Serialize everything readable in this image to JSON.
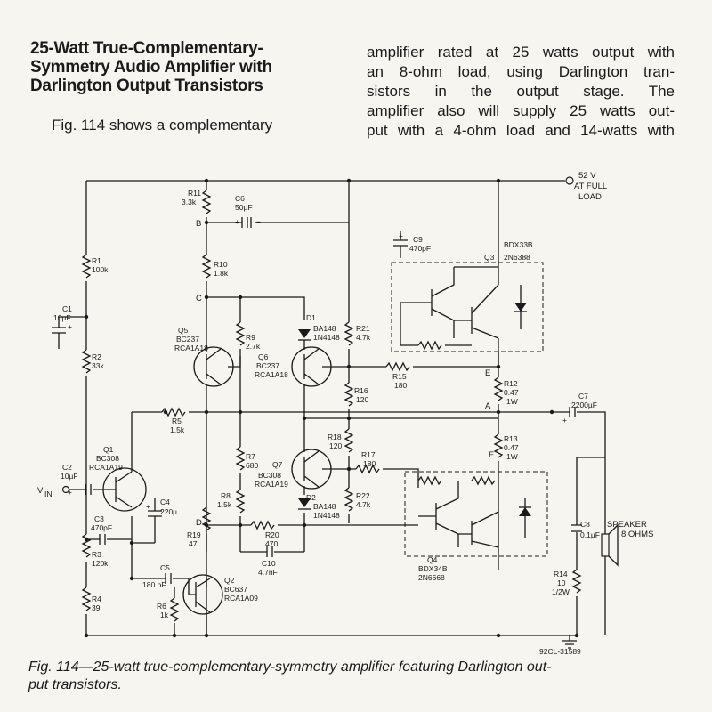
{
  "heading": {
    "line1": "25-Watt True-Complementary-",
    "line2": "Symmetry Audio Amplifier with",
    "line3": "Darlington Output Transistors"
  },
  "body_text": {
    "col1": "Fig. 114 shows a complementary",
    "col2": [
      "amplifier rated at 25 watts output with",
      "an 8-ohm load, using Darlington tran-",
      "sistors in the output stage. The",
      "amplifier also will supply 25 watts out-",
      "put with a 4-ohm load and 14-watts with"
    ]
  },
  "schematic": {
    "supply": {
      "line1": "52 V",
      "line2": "AT FULL",
      "line3": "LOAD"
    },
    "resistors": {
      "r1": {
        "name": "R1",
        "value": "100k"
      },
      "r2": {
        "name": "R2",
        "value": "33k"
      },
      "r3": {
        "name": "R3",
        "value": "120k"
      },
      "r4": {
        "name": "R4",
        "value": "39"
      },
      "r5": {
        "name": "R5",
        "value": "1.5k"
      },
      "r6": {
        "name": "R6",
        "value": "1k"
      },
      "r7": {
        "name": "R7",
        "value": "680"
      },
      "r8": {
        "name": "R8",
        "value": "1.5k"
      },
      "r9": {
        "name": "R9",
        "value": "2.7k"
      },
      "r10": {
        "name": "R10",
        "value": "1.8k"
      },
      "r11": {
        "name": "R11",
        "value": "3.3k"
      },
      "r12": {
        "name": "R12",
        "value": "0.47",
        "power": "1W"
      },
      "r13": {
        "name": "R13",
        "value": "0.47",
        "power": "1W"
      },
      "r14": {
        "name": "R14",
        "value": "10",
        "power": "1/2W"
      },
      "r15": {
        "name": "R15",
        "value": "180"
      },
      "r16": {
        "name": "R16",
        "value": "120"
      },
      "r17": {
        "name": "R17",
        "value": "180"
      },
      "r18": {
        "name": "R18",
        "value": "120"
      },
      "r19": {
        "name": "R19",
        "value": "47"
      },
      "r20": {
        "name": "R20",
        "value": "470"
      },
      "r21": {
        "name": "R21",
        "value": "4.7k"
      },
      "r22": {
        "name": "R22",
        "value": "4.7k"
      }
    },
    "capacitors": {
      "c1": {
        "name": "C1",
        "value": "10µF"
      },
      "c2": {
        "name": "C2",
        "value": "10µF"
      },
      "c3": {
        "name": "C3",
        "value": "470pF"
      },
      "c4": {
        "name": "C4",
        "value": "220µ"
      },
      "c5": {
        "name": "C5",
        "value": "180 pF"
      },
      "c6": {
        "name": "C6",
        "value": "50µF"
      },
      "c7": {
        "name": "C7",
        "value": "2200µF"
      },
      "c8": {
        "name": "C8",
        "value": "0.1µF"
      },
      "c9": {
        "name": "C9",
        "value": "470pF"
      },
      "c10": {
        "name": "C10",
        "value": "4.7nF"
      }
    },
    "transistors": {
      "q1": {
        "name": "Q1",
        "type": "BC308",
        "rca": "RCA1A19"
      },
      "q2": {
        "name": "Q2",
        "type": "BC637",
        "rca": "RCA1A09"
      },
      "q3": {
        "name": "Q3",
        "type": "BDX33B",
        "alt": "2N6388"
      },
      "q4": {
        "name": "Q4",
        "type": "BDX34B",
        "alt": "2N6668"
      },
      "q5": {
        "name": "Q5",
        "type": "BC237",
        "rca": "RCA1A18"
      },
      "q6": {
        "name": "Q6",
        "type": "BC237",
        "rca": "RCA1A18"
      },
      "q7": {
        "name": "Q7",
        "type": "BC308",
        "rca": "RCA1A19"
      }
    },
    "diodes": {
      "d1": {
        "name": "D1",
        "type": "BA148",
        "alt": "1N4148"
      },
      "d2": {
        "name": "D2",
        "type": "BA148",
        "alt": "1N4148"
      }
    },
    "nodes": {
      "a": "A",
      "b": "B",
      "c": "C",
      "d": "D",
      "e": "E",
      "f": "F"
    },
    "input_label": "V",
    "input_sub": "IN",
    "speaker": {
      "line1": "SPEAKER",
      "line2": "8 OHMS"
    },
    "plus": "+",
    "minus": "−",
    "code": "92CL-31589"
  },
  "caption": {
    "line1": "Fig. 114—25-watt true-complementary-symmetry amplifier featuring Darlington out-",
    "line2": "put transistors."
  }
}
